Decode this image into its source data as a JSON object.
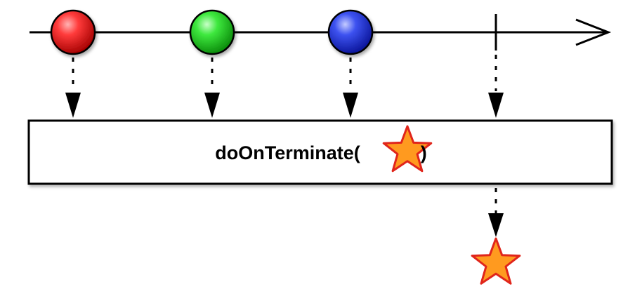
{
  "operator": {
    "name": "doOnTerminate(",
    "close": ")",
    "action_icon": "star-icon"
  },
  "timeline": {
    "items": [
      {
        "kind": "marble",
        "color": "#e52b2b",
        "icon": "red-marble"
      },
      {
        "kind": "marble",
        "color": "#2fd12f",
        "icon": "green-marble"
      },
      {
        "kind": "marble",
        "color": "#2f3fe0",
        "icon": "blue-marble"
      },
      {
        "kind": "completion",
        "icon": "completion-tick"
      }
    ]
  },
  "colors": {
    "line": "#000000",
    "star_fill": "#ff9a1f",
    "star_stroke": "#e0251b",
    "box_fill": "#ffffff",
    "box_stroke": "#000000"
  }
}
